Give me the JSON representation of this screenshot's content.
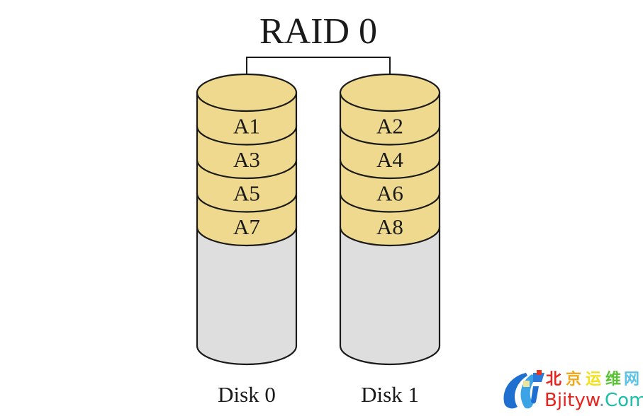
{
  "title": "RAID 0",
  "colors": {
    "data_block": "#EFD98E",
    "empty_space": "#DEDEDE",
    "outline": "#1a1a1a"
  },
  "disks": [
    {
      "label": "Disk 0",
      "blocks": [
        "A1",
        "A3",
        "A5",
        "A7"
      ]
    },
    {
      "label": "Disk 1",
      "blocks": [
        "A2",
        "A4",
        "A6",
        "A8"
      ]
    }
  ],
  "watermark": {
    "chinese_chars": [
      {
        "char": "北",
        "color": "#E8231E"
      },
      {
        "char": "京",
        "color": "#F0A81A"
      },
      {
        "char": "运",
        "color": "#F2E21C"
      },
      {
        "char": "维",
        "color": "#58C234"
      },
      {
        "char": "网",
        "color": "#5BC3E8"
      }
    ],
    "brand": "Bjityw",
    "dot": ".",
    "suffix": "Com",
    "brand_color": "#E8231E",
    "dot_color": "#7E8FA6",
    "suffix_color": "#1BBFA8"
  }
}
